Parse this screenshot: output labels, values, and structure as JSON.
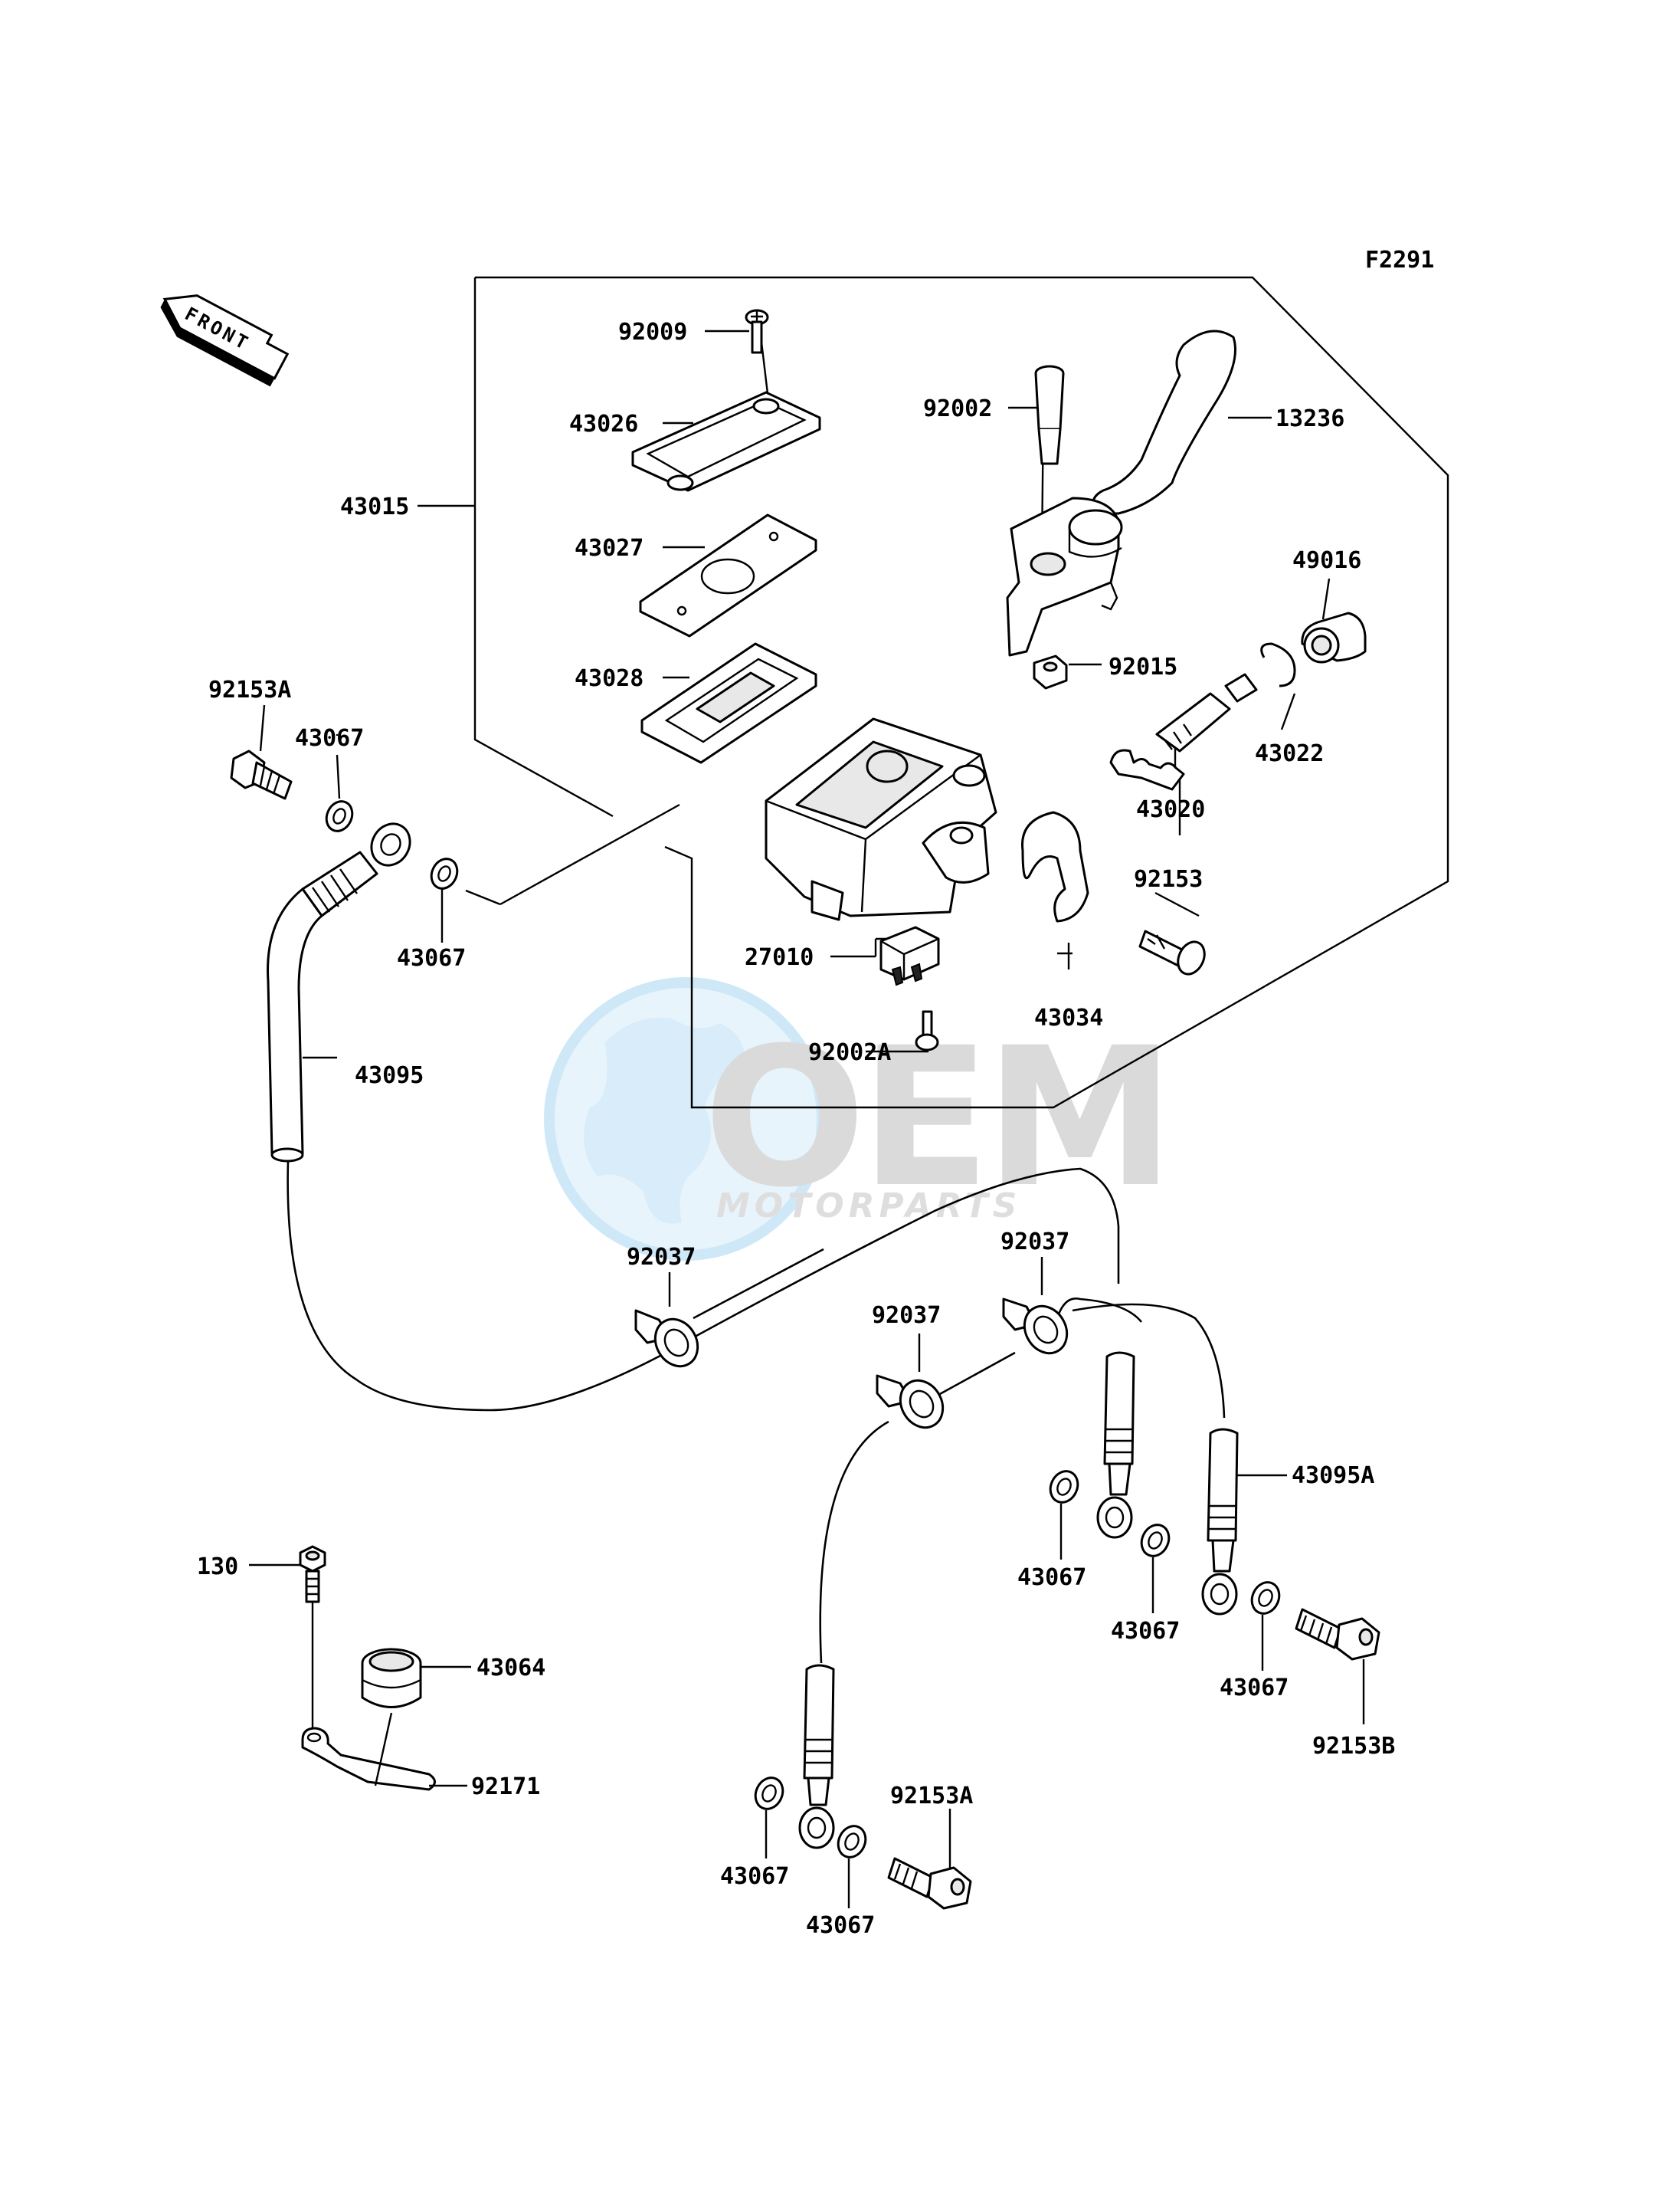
{
  "figure_code": "F2291",
  "front_label": "FRONT",
  "watermark": {
    "brand": "OEM",
    "sub": "MOTORPARTS"
  },
  "labels": [
    {
      "id": "l-92009",
      "text": "92009"
    },
    {
      "id": "l-43026",
      "text": "43026"
    },
    {
      "id": "l-43015",
      "text": "43015"
    },
    {
      "id": "l-43027",
      "text": "43027"
    },
    {
      "id": "l-43028",
      "text": "43028"
    },
    {
      "id": "l-92002",
      "text": "92002"
    },
    {
      "id": "l-13236",
      "text": "13236"
    },
    {
      "id": "l-49016",
      "text": "49016"
    },
    {
      "id": "l-92015",
      "text": "92015"
    },
    {
      "id": "l-43022",
      "text": "43022"
    },
    {
      "id": "l-43020",
      "text": "43020"
    },
    {
      "id": "l-92153",
      "text": "92153"
    },
    {
      "id": "l-92153A-top",
      "text": "92153A"
    },
    {
      "id": "l-43067-a",
      "text": "43067"
    },
    {
      "id": "l-43067-b",
      "text": "43067"
    },
    {
      "id": "l-27010",
      "text": "27010"
    },
    {
      "id": "l-43034",
      "text": "43034"
    },
    {
      "id": "l-92002A",
      "text": "92002A"
    },
    {
      "id": "l-43095",
      "text": "43095"
    },
    {
      "id": "l-92037-a",
      "text": "92037"
    },
    {
      "id": "l-92037-b",
      "text": "92037"
    },
    {
      "id": "l-92037-c",
      "text": "92037"
    },
    {
      "id": "l-43095A",
      "text": "43095A"
    },
    {
      "id": "l-43067-c",
      "text": "43067"
    },
    {
      "id": "l-43067-d",
      "text": "43067"
    },
    {
      "id": "l-43067-e",
      "text": "43067"
    },
    {
      "id": "l-92153B",
      "text": "92153B"
    },
    {
      "id": "l-130",
      "text": "130"
    },
    {
      "id": "l-43064",
      "text": "43064"
    },
    {
      "id": "l-92171",
      "text": "92171"
    },
    {
      "id": "l-92153A-bot",
      "text": "92153A"
    },
    {
      "id": "l-43067-f",
      "text": "43067"
    },
    {
      "id": "l-43067-g",
      "text": "43067"
    }
  ]
}
